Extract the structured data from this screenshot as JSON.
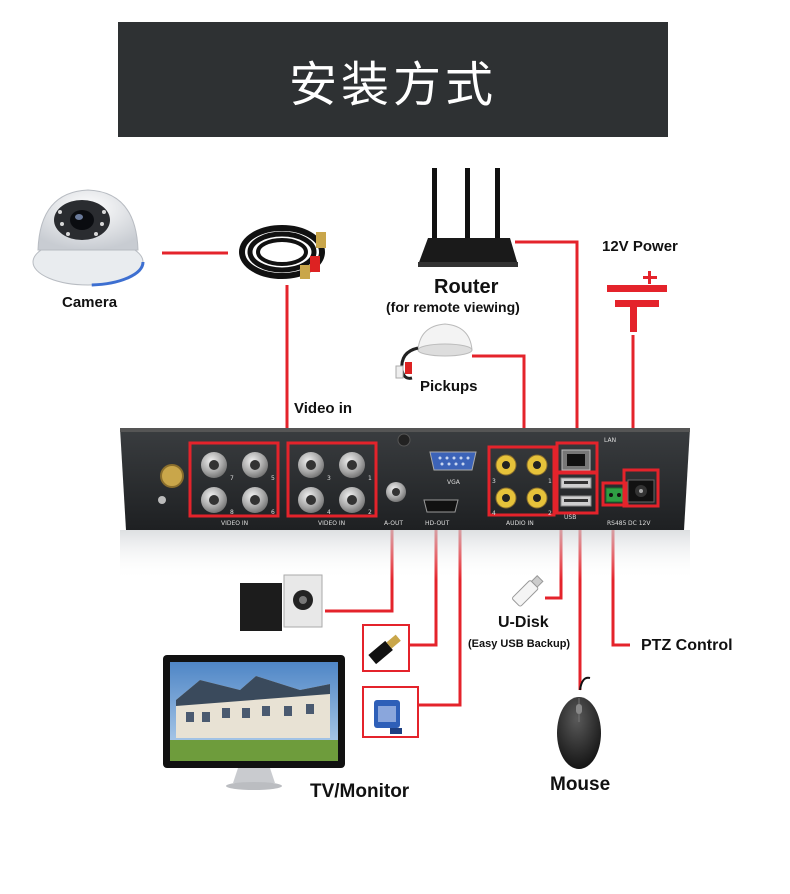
{
  "banner": {
    "title": "安装方式"
  },
  "labels": {
    "camera": "Camera",
    "router": "Router",
    "router_sub": "(for remote viewing)",
    "power": "12V Power",
    "pickups": "Pickups",
    "video_in": "Video in",
    "udisk": "U-Disk",
    "udisk_sub": "(Easy USB Backup)",
    "ptz": "PTZ Control",
    "tv": "TV/Monitor",
    "mouse": "Mouse"
  },
  "panel": {
    "video_in_label": "VIDEO IN",
    "aout": "A-OUT",
    "vga": "VGA",
    "hdout": "HD-OUT",
    "audio_in": "AUDIO IN",
    "lan": "LAN",
    "usb": "USB",
    "rs485": "RS485",
    "dc12v": "DC 12V",
    "bnc_numbers": [
      "7",
      "5",
      "3",
      "1",
      "8",
      "6",
      "4",
      "2"
    ],
    "audio_numbers": [
      "3",
      "1",
      "4",
      "2"
    ]
  },
  "colors": {
    "banner_bg": "#2e3133",
    "line": "#e4232b",
    "panel": "#2a2d30",
    "gold": "#c9a64a"
  }
}
